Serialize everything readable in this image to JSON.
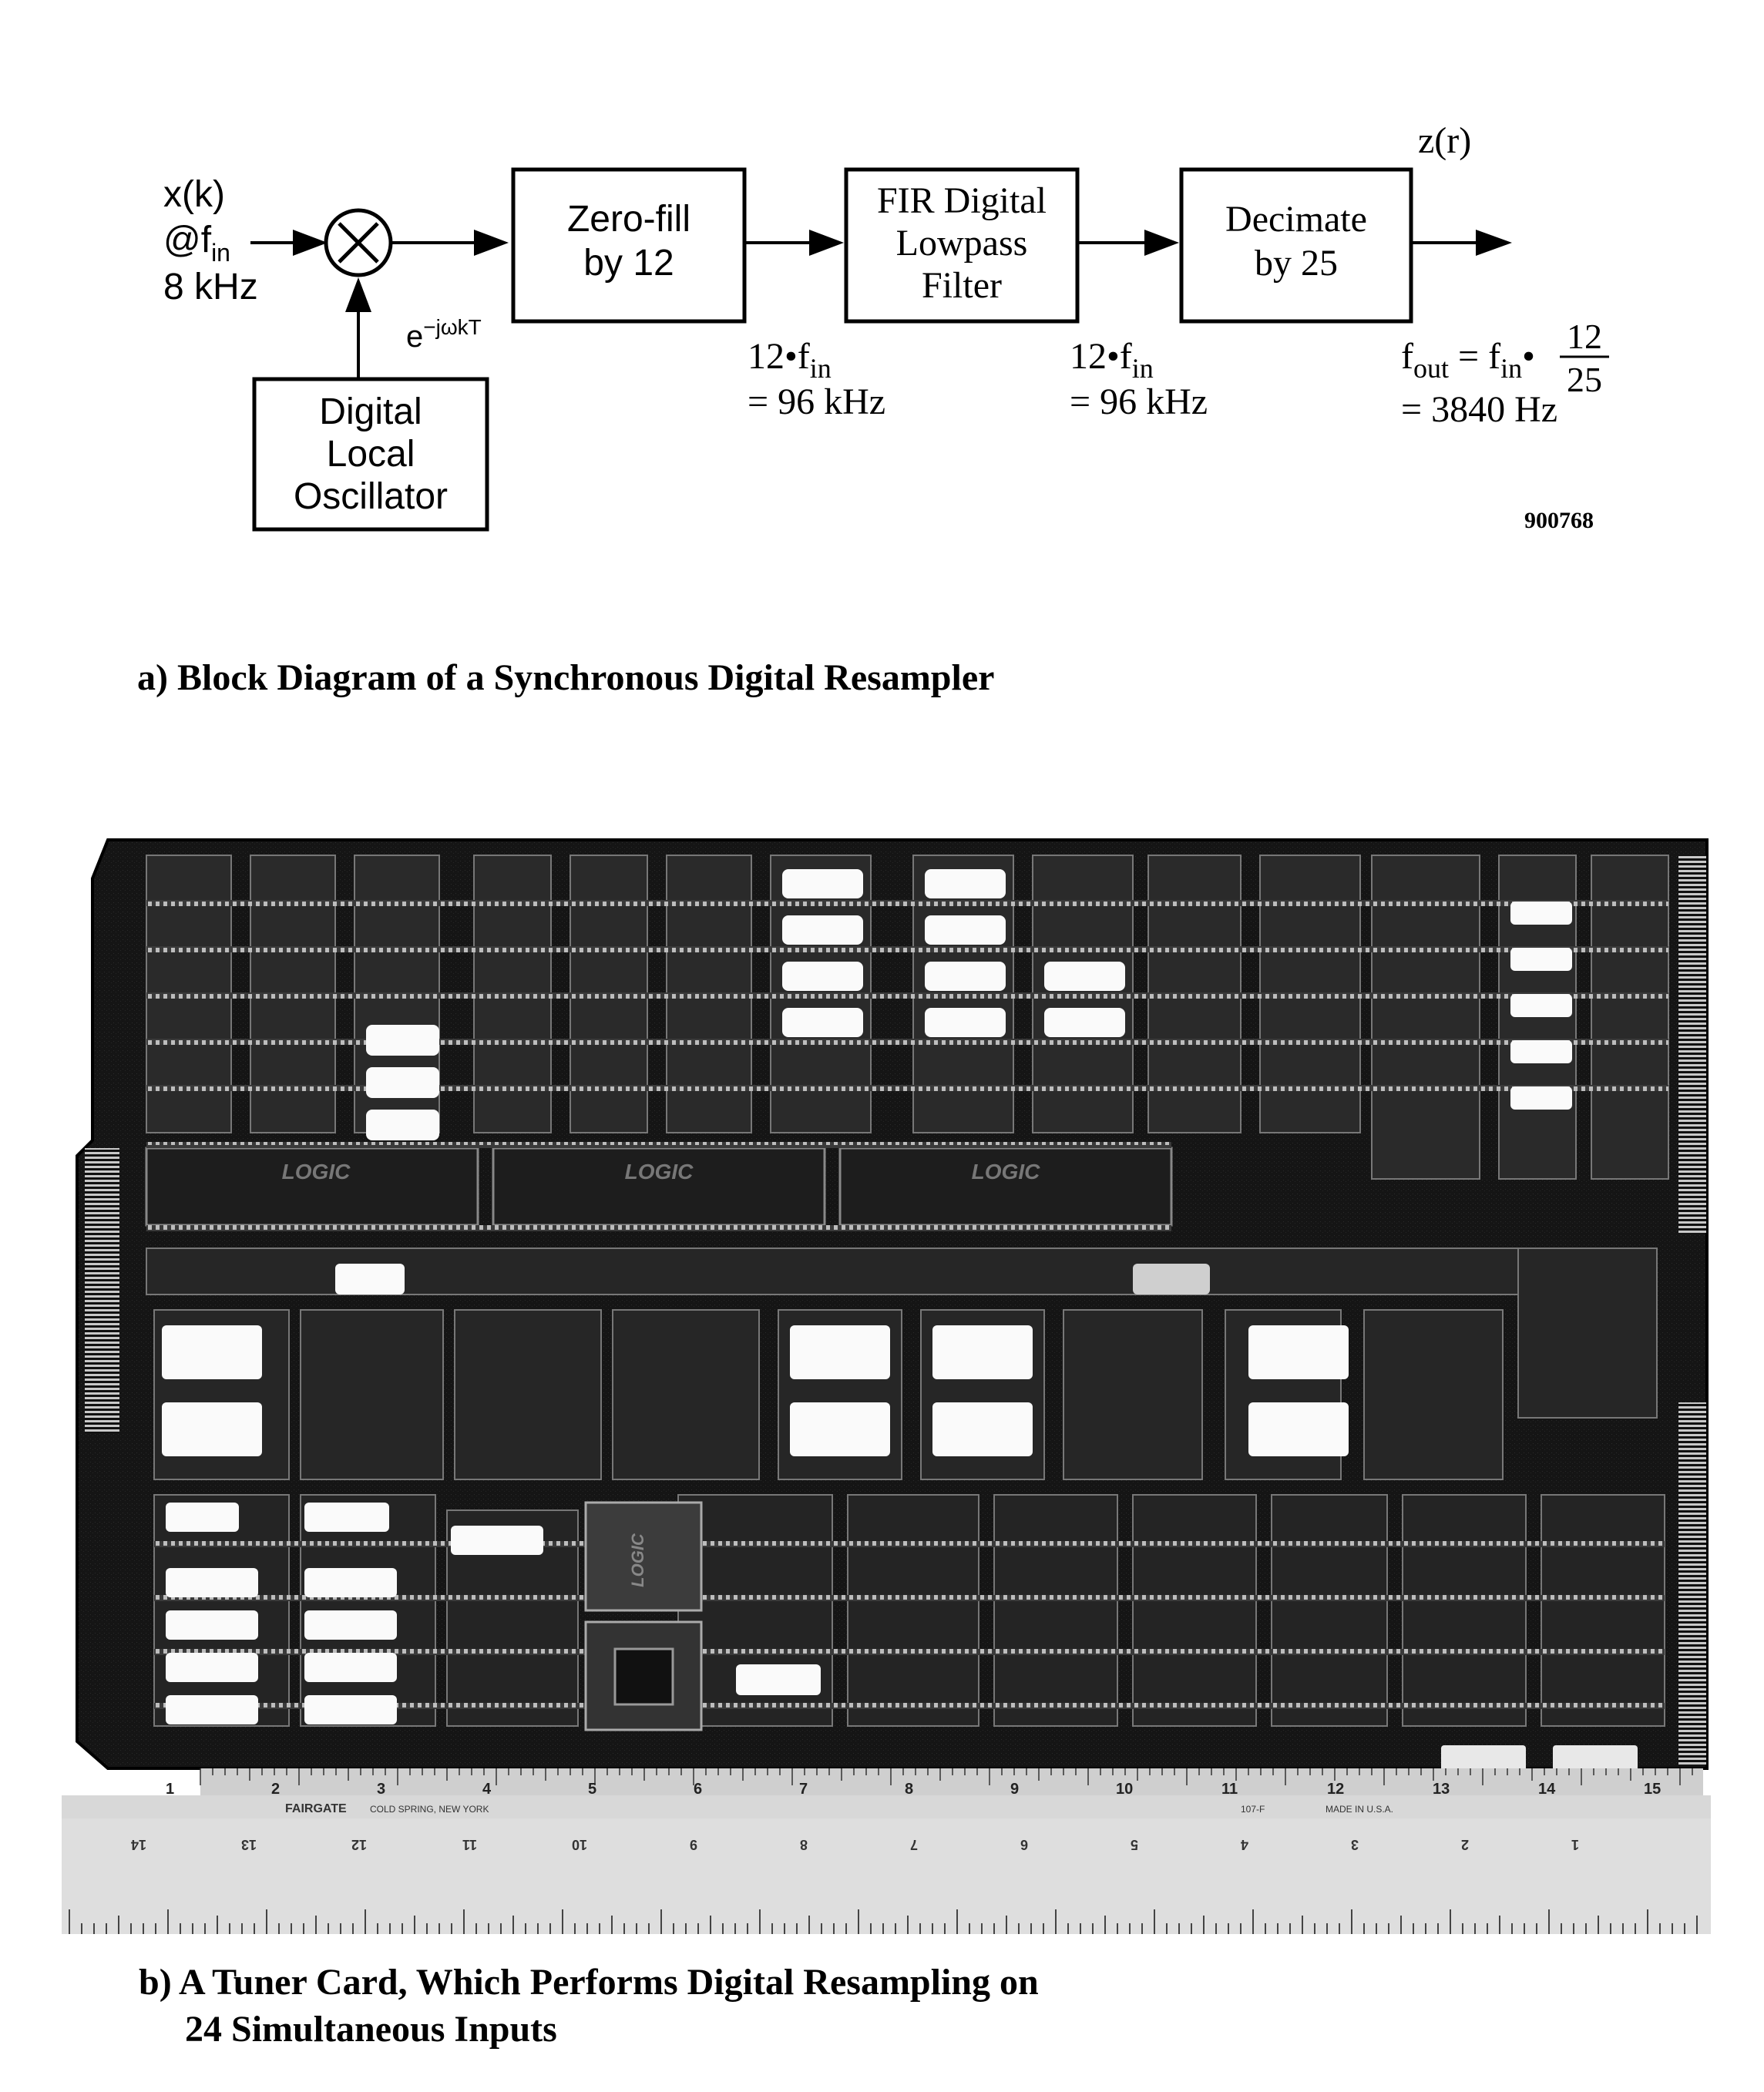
{
  "diagram": {
    "input": {
      "line1": "x(k)",
      "line2_prefix": "@f",
      "line2_sub": "in",
      "line3": "8 kHz"
    },
    "mixer": {
      "symbol": "×"
    },
    "lo_signal": "e",
    "lo_signal_sup": "−jωkT",
    "oscillator": [
      "Digital",
      "Local",
      "Oscillator"
    ],
    "blocks": [
      {
        "lines": [
          "Zero-fill",
          "by 12"
        ]
      },
      {
        "lines": [
          "FIR Digital",
          "Lowpass",
          "Filter"
        ]
      },
      {
        "lines": [
          "Decimate",
          "by 25"
        ]
      }
    ],
    "rate1": {
      "prefix": "12•f",
      "sub": "in",
      "line2": "= 96 kHz"
    },
    "rate2": {
      "prefix": "12•f",
      "sub": "in",
      "line2": "= 96 kHz"
    },
    "output_label": "z(r)",
    "fout": {
      "f": "f",
      "out_sub": "out",
      "eq": " = f",
      "in_sub": "in",
      "dot": "•",
      "num": "12",
      "den": "25",
      "line2": "= 3840 Hz"
    },
    "figure_id": "900768"
  },
  "captions": {
    "a": "a) Block Diagram of a Synchronous Digital Resampler",
    "b_line1": "b) A Tuner Card, Which Performs Digital Resampling on",
    "b_line2": "24 Simultaneous Inputs"
  },
  "photo": {
    "chip_brand": "LOGIC",
    "ruler_top": [
      "1",
      "2",
      "3",
      "4",
      "5",
      "6",
      "7",
      "8",
      "9",
      "10",
      "11",
      "12",
      "13",
      "14",
      "15"
    ],
    "ruler_bottom": [
      "14",
      "13",
      "12",
      "11",
      "10",
      "9",
      "8",
      "7",
      "6",
      "5",
      "4",
      "3",
      "2",
      "1"
    ],
    "ruler_brand": "FAIRGATE",
    "ruler_town": "COLD SPRING, NEW YORK",
    "ruler_model": "107-F",
    "ruler_made": "MADE IN U.S.A."
  }
}
